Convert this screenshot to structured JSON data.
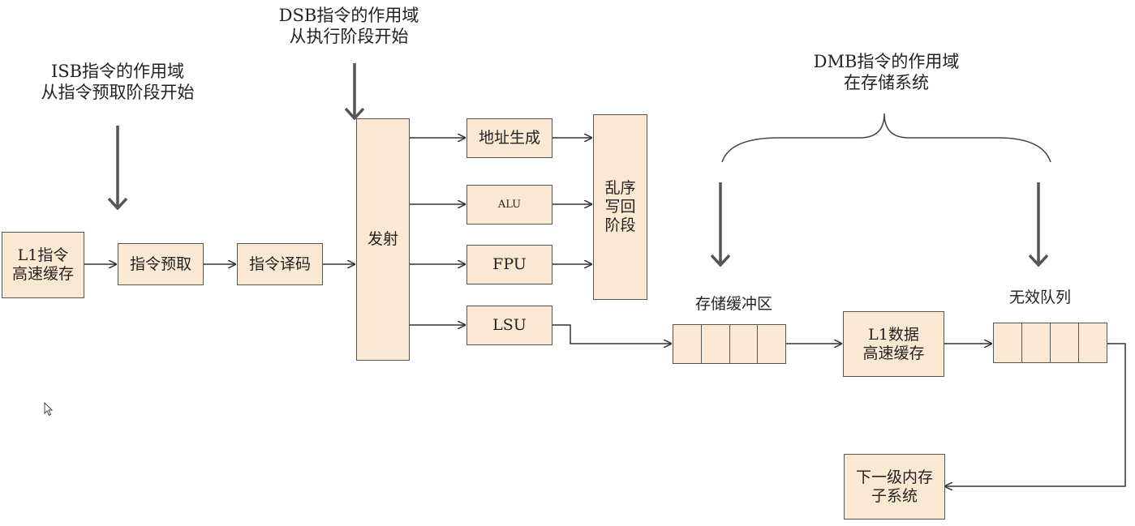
{
  "captions": {
    "isb": [
      "ISB指令的作用域",
      "从指令预取阶段开始"
    ],
    "dsb": [
      "DSB指令的作用域",
      "从执行阶段开始"
    ],
    "dmb": [
      "DMB指令的作用域",
      "在存储系统"
    ]
  },
  "boxes": {
    "l1_icache": [
      "L1指令",
      "高速缓存"
    ],
    "fetch": "指令预取",
    "decode": "指令译码",
    "issue": "发射",
    "agu": "地址生成",
    "alu": "ALU",
    "fpu": "FPU",
    "lsu": "LSU",
    "ooo_writeback": [
      "乱序",
      "写回",
      "阶段"
    ],
    "l1_dcache": [
      "L1数据",
      "高速缓存"
    ],
    "next_level_memory": [
      "下一级内存",
      "子系统"
    ]
  },
  "labels": {
    "store_buffer": "存储缓冲区",
    "invalidate_queue": "无效队列"
  },
  "colors": {
    "box_fill": "#fbe8d2",
    "stroke": "#555555",
    "big_arrow": "#555555"
  }
}
